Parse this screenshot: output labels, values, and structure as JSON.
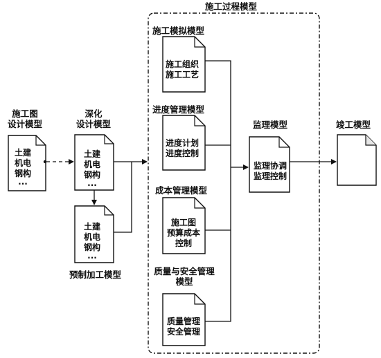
{
  "process_group": {
    "title": "施工过程模型"
  },
  "design_model": {
    "title": [
      "施工图",
      "设计模型"
    ],
    "items": [
      "土建",
      "机电",
      "钢构",
      "..."
    ]
  },
  "deep_design_model": {
    "title": [
      "深化",
      "设计模型"
    ],
    "items": [
      "土建",
      "机电",
      "钢构",
      "..."
    ]
  },
  "prefab_model": {
    "title": "预制加工模型",
    "items": [
      "土建",
      "机电",
      "钢构",
      "..."
    ]
  },
  "simulation_model": {
    "title": "施工模拟模型",
    "items": [
      "施工组织",
      "施工工艺"
    ]
  },
  "schedule_model": {
    "title": "进度管理模型",
    "items": [
      "进度计划",
      "进度控制"
    ]
  },
  "cost_model": {
    "title": "成本管理模型",
    "items": [
      "施工图",
      "预算成本",
      "控制"
    ]
  },
  "quality_model": {
    "title": [
      "质量与安全管理",
      "模型"
    ],
    "items": [
      "质量管理",
      "安全管理"
    ]
  },
  "supervision_model": {
    "title": "监理模型",
    "items": [
      "监理协调",
      "监理控制"
    ]
  },
  "completion_model": {
    "title": "竣工模型",
    "items": []
  }
}
